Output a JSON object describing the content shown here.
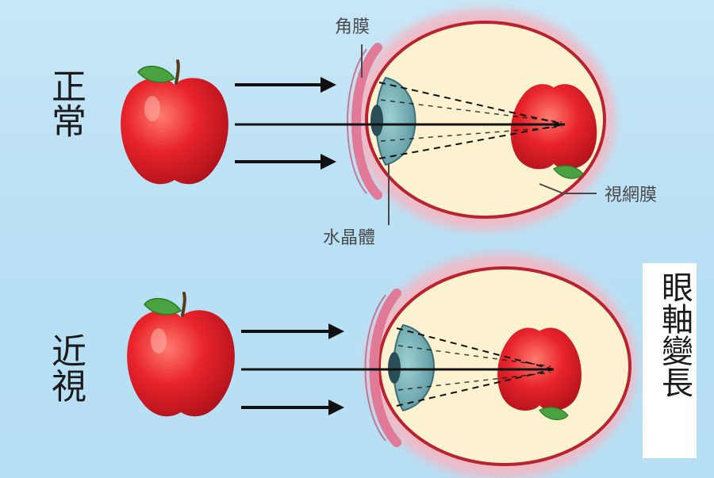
{
  "labels": {
    "normal": "正常",
    "myopia": "近視",
    "cornea": "角膜",
    "lens": "水晶體",
    "retina": "視網膜",
    "axial_elongation": "眼軸變長"
  },
  "colors": {
    "background": "#c2e4f6",
    "eyeball_fill": "#fcf2cf",
    "eyeball_outline": "#b8232f",
    "eyeball_glow": "#f3b8c3",
    "cornea": "#e07a96",
    "lens": "#5e9aa2",
    "pupil": "#2a4e58",
    "apple": "#e11f25",
    "leaf": "#4aa241",
    "arrow": "#111111"
  },
  "icons": [
    "apple-icon",
    "leaf-icon",
    "arrow-icon"
  ]
}
